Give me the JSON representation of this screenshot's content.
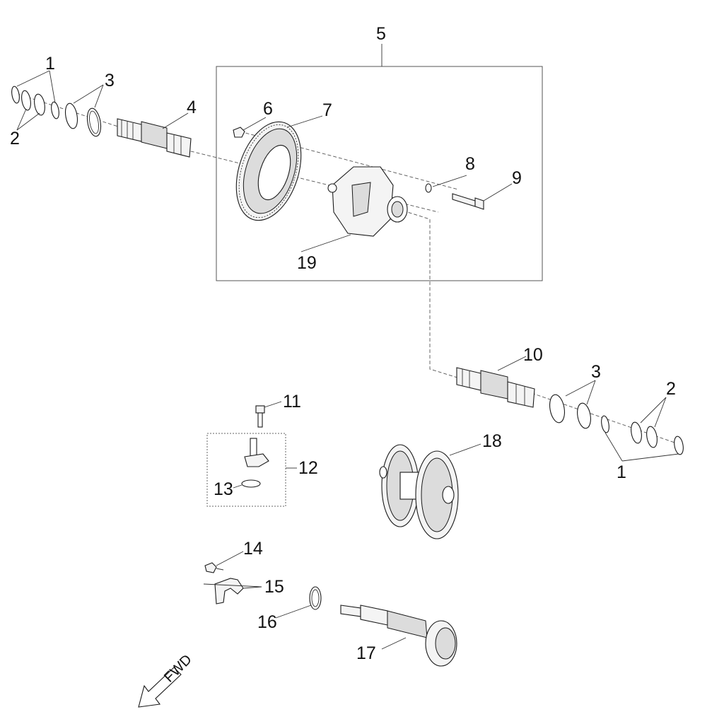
{
  "diagram": {
    "labels": {
      "l1a": "1",
      "l1b": "1",
      "l2a": "2",
      "l2b": "2",
      "l3a": "3",
      "l3b": "3",
      "l4": "4",
      "l5": "5",
      "l6": "6",
      "l7": "7",
      "l8": "8",
      "l9": "9",
      "l10": "10",
      "l11": "11",
      "l12": "12",
      "l13": "13",
      "l14": "14",
      "l15": "15",
      "l16": "16",
      "l17": "17",
      "l18": "18",
      "l19": "19"
    },
    "direction_label": "FWD",
    "icons": {
      "direction": "arrow-down-left-icon"
    }
  }
}
